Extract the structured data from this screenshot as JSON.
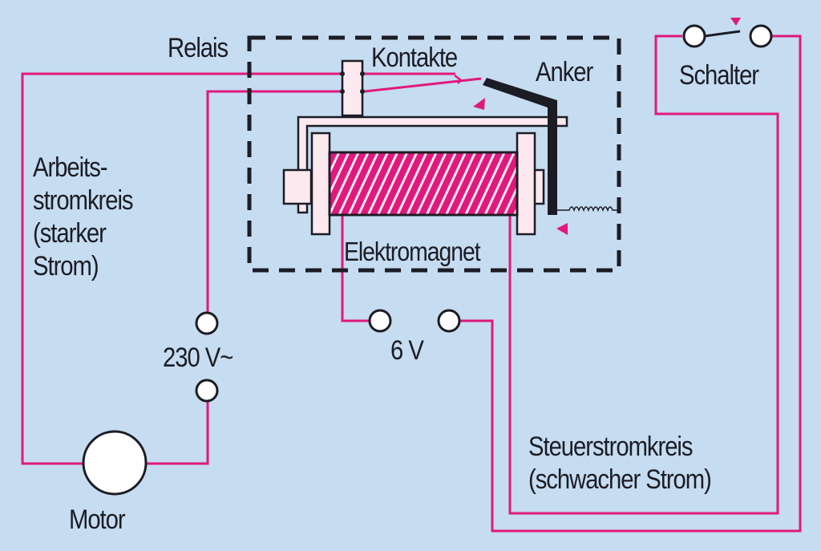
{
  "title": "Relais-Schaltung",
  "colors": {
    "background": "#c6dcf1",
    "wire": "#e0197d",
    "outline": "#1c1c24",
    "component_fill": "#fbe9ef",
    "coil": "#e0197d"
  },
  "labels": {
    "relais": "Relais",
    "kontakte": "Kontakte",
    "anker": "Anker",
    "schalter": "Schalter",
    "elektromagnet": "Elektromagnet",
    "arbeitsstromkreis": [
      "Arbeits-",
      "stromkreis",
      "(starker",
      "Strom)"
    ],
    "voltage_ac": "230 V~",
    "voltage_dc": "6 V",
    "motor": "Motor",
    "steuerstromkreis": [
      "Steuerstromkreis",
      "(schwacher Strom)"
    ]
  },
  "components": [
    {
      "id": "relais",
      "type": "relay-box"
    },
    {
      "id": "contacts",
      "type": "switch-contacts",
      "state": "open"
    },
    {
      "id": "armature",
      "type": "armature"
    },
    {
      "id": "coil",
      "type": "electromagnet"
    },
    {
      "id": "spring",
      "type": "spring"
    },
    {
      "id": "switch",
      "type": "switch",
      "state": "open"
    },
    {
      "id": "motor",
      "type": "motor"
    },
    {
      "id": "ac-source",
      "type": "terminals",
      "voltage": "230 V~"
    },
    {
      "id": "dc-source",
      "type": "terminals",
      "voltage": "6 V"
    }
  ]
}
